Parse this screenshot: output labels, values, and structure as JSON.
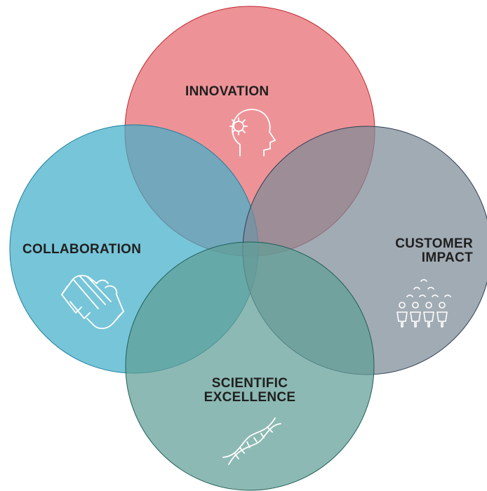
{
  "diagram": {
    "circles": [
      {
        "id": "innovation",
        "title_lines": [
          "INNOVATION"
        ],
        "color": "#e8757a",
        "icon": "head-gear-icon"
      },
      {
        "id": "collaboration",
        "title_lines": [
          "COLLABORATION"
        ],
        "color": "#43aecb",
        "icon": "handshake-icon"
      },
      {
        "id": "customer_impact",
        "title_lines": [
          "CUSTOMER",
          "IMPACT"
        ],
        "color": "#7d8a97",
        "icon": "people-group-icon"
      },
      {
        "id": "scientific_excellence",
        "title_lines": [
          "SCIENTIFIC",
          "EXCELLENCE"
        ],
        "color": "#5f9e95",
        "icon": "dna-icon"
      }
    ]
  }
}
